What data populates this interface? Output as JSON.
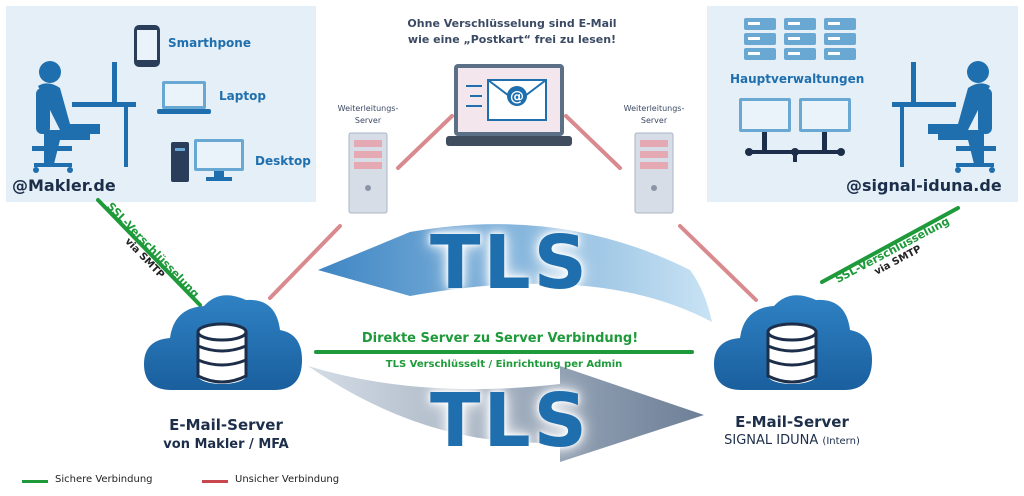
{
  "left_panel": {
    "domain": "@Makler.de",
    "devices": [
      "Smarthpone",
      "Laptop",
      "Desktop"
    ]
  },
  "right_panel": {
    "domain": "@signal-iduna.de",
    "label": "Hauptverwaltungen"
  },
  "warning": {
    "line1": "Ohne Verschlüsselung sind E-Mail",
    "line2": "wie eine „Postkart“ frei zu lesen!"
  },
  "relay_left": {
    "line1": "Weiterleitungs-",
    "line2": "Server"
  },
  "relay_right": {
    "line1": "Weiterleitungs-",
    "line2": "Server"
  },
  "ssl_left": {
    "line1": "SSL-Verschlüsselung",
    "line2": "via SMTP"
  },
  "ssl_right": {
    "line1": "SSL-Verschlüsselung",
    "line2": "via SMTP"
  },
  "tls_top": "TLS",
  "tls_bottom": "TLS",
  "direct": {
    "title": "Direkte Server zu Server Verbindung!",
    "subtitle": "TLS Verschlüsselt / Einrichtung per Admin"
  },
  "server_left": {
    "line1": "E-Mail-Server",
    "line2": "von Makler / MFA"
  },
  "server_right": {
    "line1": "E-Mail-Server",
    "line2": "SIGNAL IDUNA",
    "line2_suffix": "(Intern)"
  },
  "legend": {
    "secure": "Sichere Verbindung",
    "insecure": "Unsicher Verbindung"
  },
  "colors": {
    "secure": "#1e9a3a",
    "insecure": "#c8464d",
    "brand_blue": "#1f6fae",
    "panel_bg": "#e4eff7"
  }
}
